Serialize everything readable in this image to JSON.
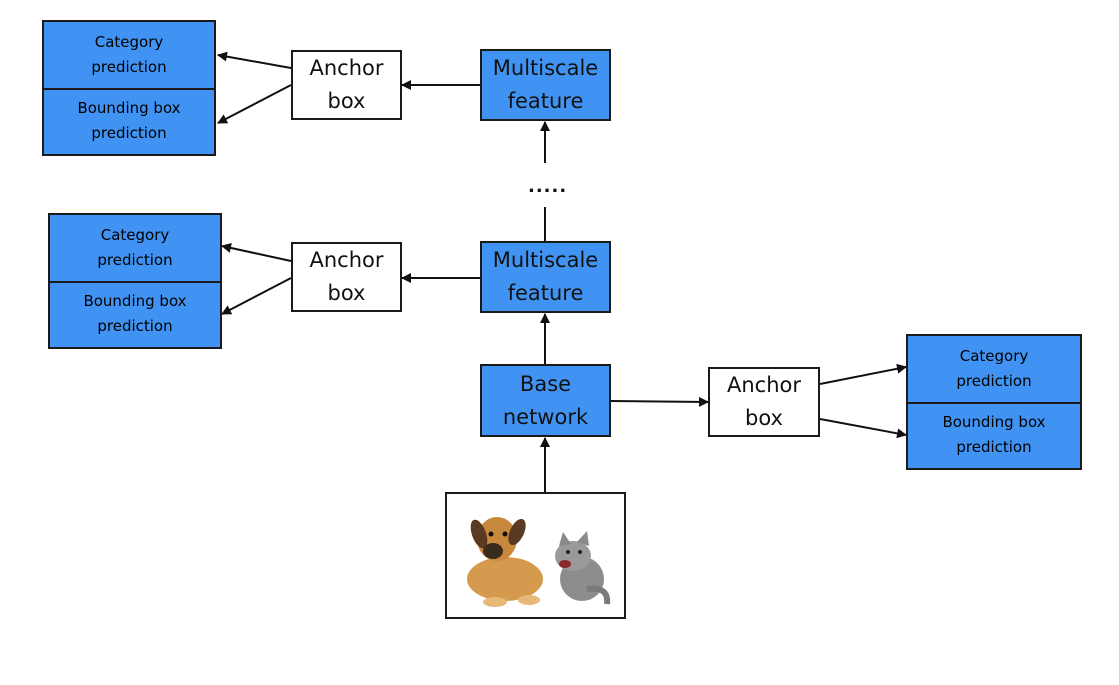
{
  "diagram": {
    "multiscale_feature": "Multiscale\nfeature",
    "anchor_box": "Anchor\nbox",
    "base_network": "Base\nnetwork",
    "category_prediction": "Category\nprediction",
    "bbox_prediction": "Bounding box\nprediction",
    "ellipsis": ".....",
    "input_image_icon": "dog-and-cat-photo"
  },
  "colors": {
    "block": "#4093f2",
    "border": "#1a1a1a",
    "background": "#ffffff"
  }
}
